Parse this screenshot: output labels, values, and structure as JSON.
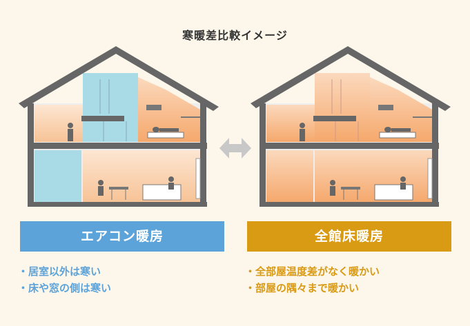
{
  "title": "寒暖差比較イメージ",
  "left_house": {
    "label": "エアコン暖房",
    "points": [
      "居室以外は寒い",
      "床や窓の側は寒い"
    ],
    "warm_color": "#f8c9a0",
    "cold_color": "#a9dbe6"
  },
  "right_house": {
    "label": "全館床暖房",
    "points": [
      "全部屋温度差がなく暖かい",
      "部屋の隅々まで暖かい"
    ],
    "warm_color": "#f6b786"
  },
  "colors": {
    "structure": "#666666",
    "left_accent": "#5ba3d9",
    "right_accent": "#d99a14",
    "arrow": "#c8c8c8"
  },
  "icons": {
    "comparison_arrow": "double-arrow-icon"
  }
}
